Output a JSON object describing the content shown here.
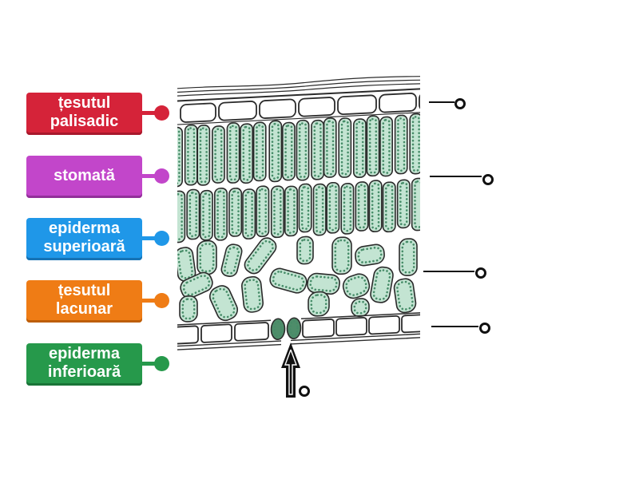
{
  "labels": [
    {
      "text": "țesutul palisadic",
      "color": "#d52339",
      "shade": "#a8182c"
    },
    {
      "text": "stomată",
      "color": "#c246ca",
      "shade": "#922f99"
    },
    {
      "text": "epiderma superioară",
      "color": "#1f97e8",
      "shade": "#1572b4"
    },
    {
      "text": "țesutul lacunar",
      "color": "#ef7c15",
      "shade": "#bd5e09"
    },
    {
      "text": "epiderma inferioară",
      "color": "#26994b",
      "shade": "#1a7438"
    }
  ],
  "diagram_colors": {
    "cell_fill": "#c3e4d2",
    "chloroplast": "#468c68",
    "guard_cell": "#4e8d6a",
    "cell_outline": "#2b2b2b",
    "epidermis_fill": "#ffffff",
    "marker": "#111111"
  }
}
